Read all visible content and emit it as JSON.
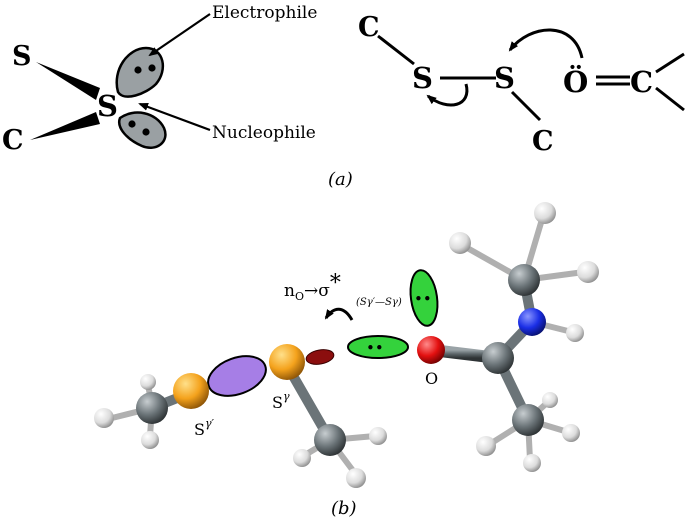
{
  "panel_a": {
    "left": {
      "atom_s_top": "S",
      "atom_s_center": "S",
      "atom_c": "C",
      "electrophile_label": "Electrophile",
      "nucleophile_label": "Nucleophile"
    },
    "right": {
      "atom_c_top": "C",
      "atom_s1": "S",
      "atom_s2": "S",
      "atom_c_bottom": "C",
      "atom_o": "Ö",
      "atom_c_right": "C"
    },
    "caption": "(a)"
  },
  "panel_b": {
    "interaction_n": "n",
    "interaction_o_sub": "O",
    "interaction_arrow": "→",
    "interaction_sigma": "σ",
    "interaction_star": "*",
    "interaction_sub": "(Sγ′—Sγ)",
    "label_s_gamma_prime_base": "S",
    "label_s_gamma_prime_sup": "γ′",
    "label_s_gamma_base": "S",
    "label_s_gamma_sup": "γ",
    "label_o": "O",
    "lone_pair_dots": "••",
    "caption": "(b)"
  },
  "colors": {
    "sulfur": "#f4a21c",
    "carbon": "#6b7478",
    "hydrogen": "#e8e8e8",
    "oxygen": "#e31010",
    "nitrogen": "#1a2ee6",
    "sigma_orbital": "#a67ee6",
    "lone_pair_orbital": "#34d23c",
    "sigma_star_lobe": "#8b0e0e",
    "lone_pair_cloud": "#9aa0a3"
  }
}
